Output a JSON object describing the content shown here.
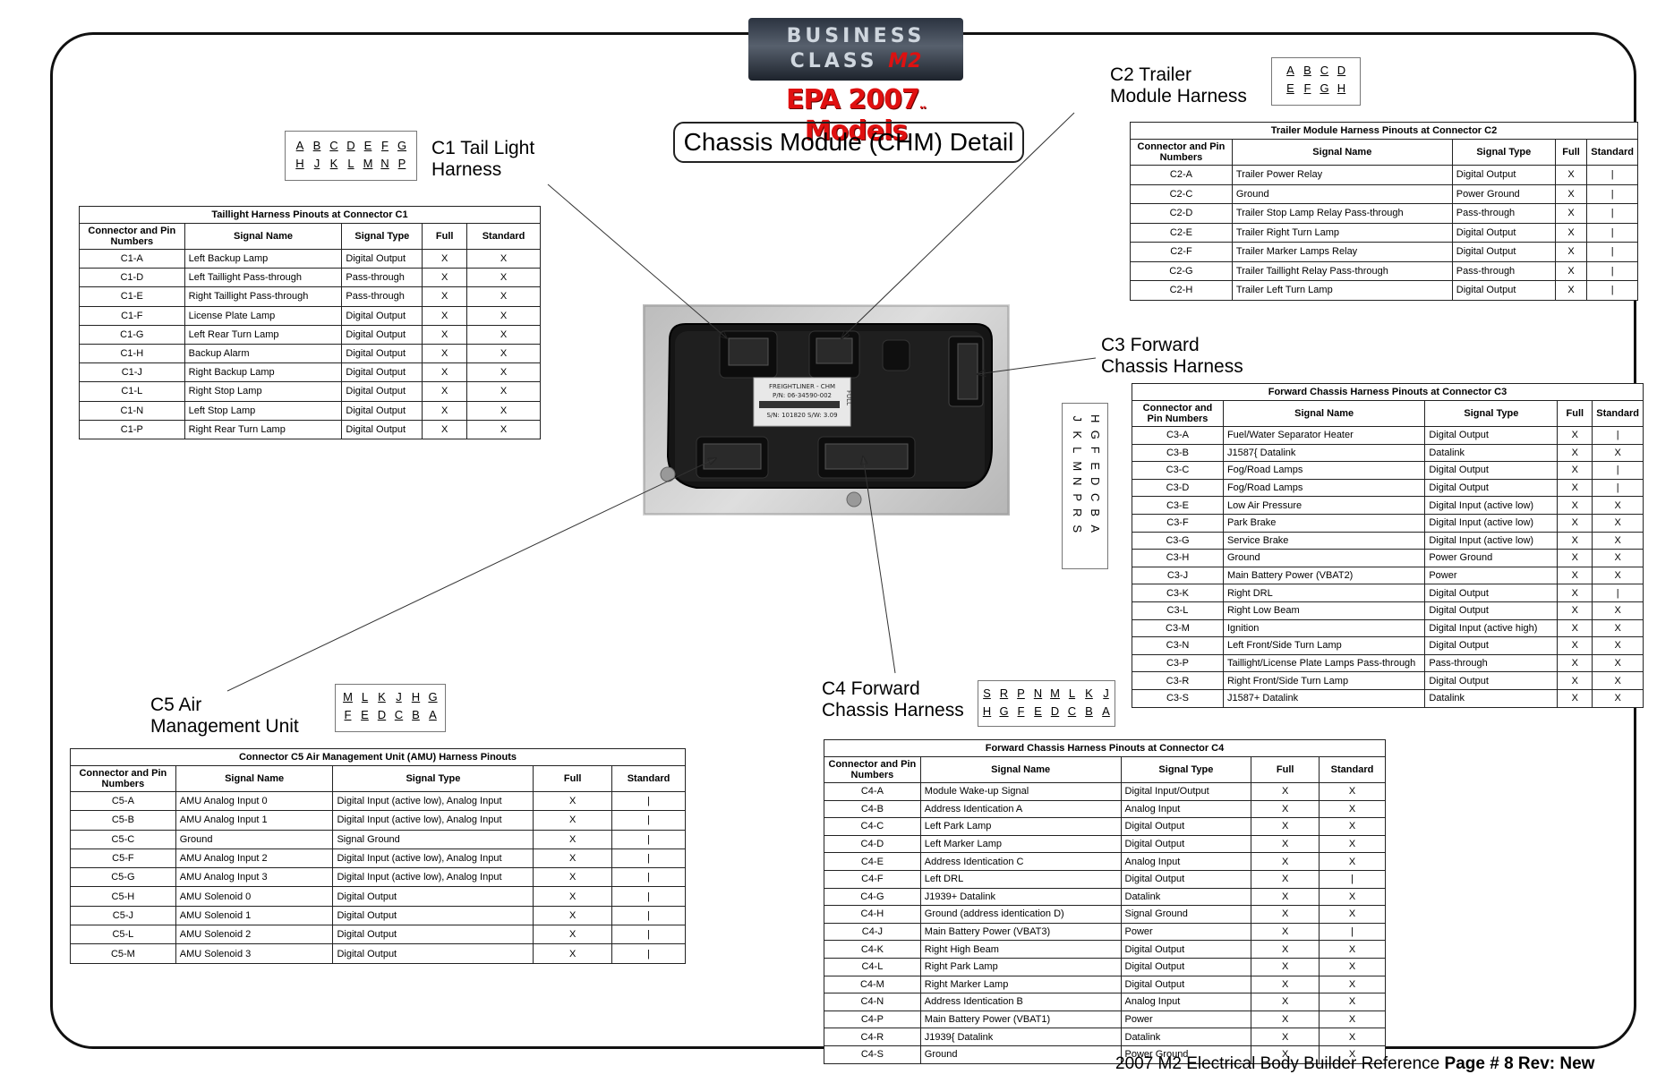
{
  "logo": {
    "line1": "BUSINESS",
    "line2a": "CLASS",
    "line2b": "M2",
    "epa_year": "EPA 2007",
    "epa_sep": "..",
    "epa_models": "Models"
  },
  "title": "Chassis Module (CHM) Detail",
  "module_label": {
    "line1": "FREIGHTLINER - CHM",
    "line2": "P/N: 06-34590-002",
    "line3": "S/N: 101820  S/W: 3.09",
    "side": "FULL"
  },
  "harness_labels": {
    "c1": [
      "C1 Tail Light",
      "Harness"
    ],
    "c2": [
      "C2 Trailer",
      "Module Harness"
    ],
    "c3": [
      "C3 Forward",
      "Chassis Harness"
    ],
    "c4": [
      "C4 Forward",
      "Chassis Harness"
    ],
    "c5": [
      "C5 Air",
      "Management Unit"
    ]
  },
  "pin_diagrams": {
    "c1": [
      [
        "A",
        "B",
        "C",
        "D",
        "E",
        "F",
        "G"
      ],
      [
        "H",
        "J",
        "K",
        "L",
        "M",
        "N",
        "P"
      ]
    ],
    "c2": [
      [
        "A",
        "B",
        "C",
        "D"
      ],
      [
        "E",
        "F",
        "G",
        "H"
      ]
    ],
    "c3": [
      [
        "H",
        "G",
        "F",
        "E",
        "D",
        "C",
        "B",
        "A"
      ],
      [
        "J",
        "K",
        "L",
        "M",
        "N",
        "P",
        "R",
        "S"
      ]
    ],
    "c4": [
      [
        "S",
        "R",
        "P",
        "N",
        "M",
        "L",
        "K",
        "J"
      ],
      [
        "H",
        "G",
        "F",
        "E",
        "D",
        "C",
        "B",
        "A"
      ]
    ],
    "c5": [
      [
        "M",
        "L",
        "K",
        "J",
        "H",
        "G"
      ],
      [
        "F",
        "E",
        "D",
        "C",
        "B",
        "A"
      ]
    ]
  },
  "tables": {
    "c1": {
      "caption": "Taillight Harness Pinouts at Connector C1",
      "headers": [
        "Connector and Pin Numbers",
        "Signal Name",
        "Signal Type",
        "Full",
        "Standard"
      ],
      "rows": [
        [
          "C1-A",
          "Left Backup Lamp",
          "Digital Output",
          "X",
          "X"
        ],
        [
          "C1-D",
          "Left Taillight Pass-through",
          "Pass-through",
          "X",
          "X"
        ],
        [
          "C1-E",
          "Right Taillight Pass-through",
          "Pass-through",
          "X",
          "X"
        ],
        [
          "C1-F",
          "License Plate Lamp",
          "Digital Output",
          "X",
          "X"
        ],
        [
          "C1-G",
          "Left Rear Turn Lamp",
          "Digital Output",
          "X",
          "X"
        ],
        [
          "C1-H",
          "Backup Alarm",
          "Digital Output",
          "X",
          "X"
        ],
        [
          "C1-J",
          "Right Backup Lamp",
          "Digital Output",
          "X",
          "X"
        ],
        [
          "C1-L",
          "Right Stop Lamp",
          "Digital Output",
          "X",
          "X"
        ],
        [
          "C1-N",
          "Left Stop Lamp",
          "Digital Output",
          "X",
          "X"
        ],
        [
          "C1-P",
          "Right Rear Turn Lamp",
          "Digital Output",
          "X",
          "X"
        ]
      ]
    },
    "c2": {
      "caption": "Trailer Module Harness Pinouts at Connector C2",
      "headers": [
        "Connector and Pin Numbers",
        "Signal Name",
        "Signal Type",
        "Full",
        "Standard"
      ],
      "rows": [
        [
          "C2-A",
          "Trailer Power Relay",
          "Digital Output",
          "X",
          "|"
        ],
        [
          "C2-C",
          "Ground",
          "Power Ground",
          "X",
          "|"
        ],
        [
          "C2-D",
          "Trailer Stop Lamp Relay Pass-through",
          "Pass-through",
          "X",
          "|"
        ],
        [
          "C2-E",
          "Trailer Right Turn Lamp",
          "Digital Output",
          "X",
          "|"
        ],
        [
          "C2-F",
          "Trailer Marker Lamps Relay",
          "Digital Output",
          "X",
          "|"
        ],
        [
          "C2-G",
          "Trailer Taillight Relay Pass-through",
          "Pass-through",
          "X",
          "|"
        ],
        [
          "C2-H",
          "Trailer Left Turn Lamp",
          "Digital Output",
          "X",
          "|"
        ]
      ]
    },
    "c3": {
      "caption": "Forward Chassis Harness Pinouts at Connector C3",
      "headers": [
        "Connector and Pin Numbers",
        "Signal Name",
        "Signal Type",
        "Full",
        "Standard"
      ],
      "rows": [
        [
          "C3-A",
          "Fuel/Water Separator Heater",
          "Digital Output",
          "X",
          "|"
        ],
        [
          "C3-B",
          "J1587{ Datalink",
          "Datalink",
          "X",
          "X"
        ],
        [
          "C3-C",
          "Fog/Road Lamps",
          "Digital Output",
          "X",
          "|"
        ],
        [
          "C3-D",
          "Fog/Road Lamps",
          "Digital Output",
          "X",
          "|"
        ],
        [
          "C3-E",
          "Low Air Pressure",
          "Digital Input (active low)",
          "X",
          "X"
        ],
        [
          "C3-F",
          "Park Brake",
          "Digital Input (active low)",
          "X",
          "X"
        ],
        [
          "C3-G",
          "Service Brake",
          "Digital Input (active low)",
          "X",
          "X"
        ],
        [
          "C3-H",
          "Ground",
          "Power Ground",
          "X",
          "X"
        ],
        [
          "C3-J",
          "Main Battery Power (VBAT2)",
          "Power",
          "X",
          "X"
        ],
        [
          "C3-K",
          "Right DRL",
          "Digital Output",
          "X",
          "|"
        ],
        [
          "C3-L",
          "Right Low Beam",
          "Digital Output",
          "X",
          "X"
        ],
        [
          "C3-M",
          "Ignition",
          "Digital Input (active high)",
          "X",
          "X"
        ],
        [
          "C3-N",
          "Left Front/Side Turn Lamp",
          "Digital Output",
          "X",
          "X"
        ],
        [
          "C3-P",
          "Taillight/License Plate Lamps Pass-through",
          "Pass-through",
          "X",
          "X"
        ],
        [
          "C3-R",
          "Right Front/Side Turn Lamp",
          "Digital Output",
          "X",
          "X"
        ],
        [
          "C3-S",
          "J1587+ Datalink",
          "Datalink",
          "X",
          "X"
        ]
      ]
    },
    "c4": {
      "caption": "Forward Chassis Harness Pinouts at Connector C4",
      "headers": [
        "Connector and Pin Numbers",
        "Signal Name",
        "Signal Type",
        "Full",
        "Standard"
      ],
      "rows": [
        [
          "C4-A",
          "Module Wake-up Signal",
          "Digital Input/Output",
          "X",
          "X"
        ],
        [
          "C4-B",
          "Address Identication A",
          "Analog Input",
          "X",
          "X"
        ],
        [
          "C4-C",
          "Left Park Lamp",
          "Digital Output",
          "X",
          "X"
        ],
        [
          "C4-D",
          "Left Marker Lamp",
          "Digital Output",
          "X",
          "X"
        ],
        [
          "C4-E",
          "Address Identication C",
          "Analog Input",
          "X",
          "X"
        ],
        [
          "C4-F",
          "Left DRL",
          "Digital Output",
          "X",
          "|"
        ],
        [
          "C4-G",
          "J1939+ Datalink",
          "Datalink",
          "X",
          "X"
        ],
        [
          "C4-H",
          "Ground (address identication D)",
          "Signal Ground",
          "X",
          "X"
        ],
        [
          "C4-J",
          "Main Battery Power (VBAT3)",
          "Power",
          "X",
          "|"
        ],
        [
          "C4-K",
          "Right High Beam",
          "Digital Output",
          "X",
          "X"
        ],
        [
          "C4-L",
          "Right Park Lamp",
          "Digital Output",
          "X",
          "X"
        ],
        [
          "C4-M",
          "Right Marker Lamp",
          "Digital Output",
          "X",
          "X"
        ],
        [
          "C4-N",
          "Address Identication B",
          "Analog Input",
          "X",
          "X"
        ],
        [
          "C4-P",
          "Main Battery Power (VBAT1)",
          "Power",
          "X",
          "X"
        ],
        [
          "C4-R",
          "J1939{ Datalink",
          "Datalink",
          "X",
          "X"
        ],
        [
          "C4-S",
          "Ground",
          "Power Ground",
          "X",
          "X"
        ]
      ]
    },
    "c5": {
      "caption": "Connector C5 Air Management Unit (AMU) Harness Pinouts",
      "headers": [
        "Connector and Pin Numbers",
        "Signal Name",
        "Signal Type",
        "Full",
        "Standard"
      ],
      "rows": [
        [
          "C5-A",
          "AMU Analog Input 0",
          "Digital Input (active low), Analog Input",
          "X",
          "|"
        ],
        [
          "C5-B",
          "AMU Analog Input 1",
          "Digital Input (active low), Analog Input",
          "X",
          "|"
        ],
        [
          "C5-C",
          "Ground",
          "Signal Ground",
          "X",
          "|"
        ],
        [
          "C5-F",
          "AMU Analog Input 2",
          "Digital Input (active low), Analog Input",
          "X",
          "|"
        ],
        [
          "C5-G",
          "AMU Analog Input 3",
          "Digital Input (active low), Analog Input",
          "X",
          "|"
        ],
        [
          "C5-H",
          "AMU Solenoid 0",
          "Digital Output",
          "X",
          "|"
        ],
        [
          "C5-J",
          "AMU Solenoid 1",
          "Digital Output",
          "X",
          "|"
        ],
        [
          "C5-L",
          "AMU Solenoid 2",
          "Digital Output",
          "X",
          "|"
        ],
        [
          "C5-M",
          "AMU Solenoid 3",
          "Digital Output",
          "X",
          "|"
        ]
      ]
    }
  },
  "footer": {
    "text": "2007 M2 Electrical Body Builder Reference ",
    "bold": "Page # 8 Rev: New"
  }
}
